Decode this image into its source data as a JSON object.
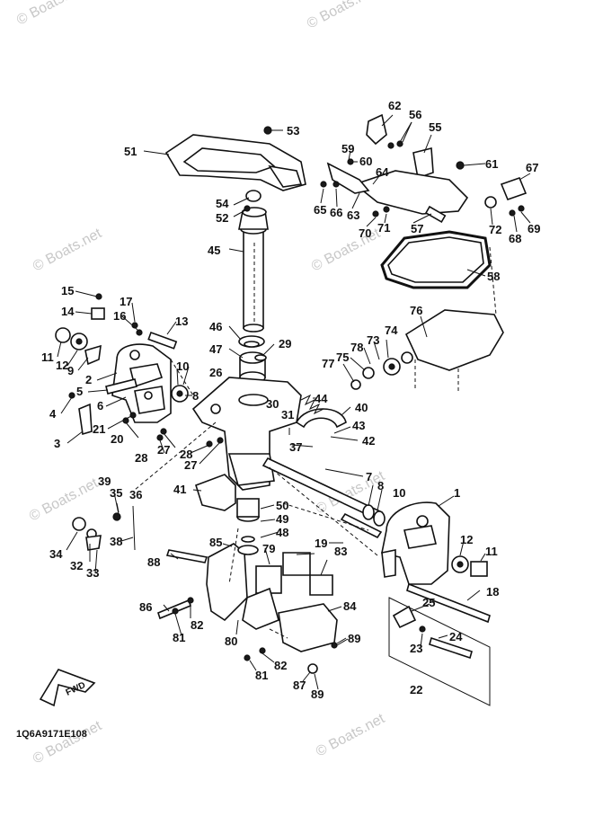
{
  "diagram": {
    "code": "1Q6A9171E108",
    "fwd_label": "FWD",
    "watermark": "© Boats.net",
    "labels": {
      "l1": "1",
      "l2": "2",
      "l3": "3",
      "l4": "4",
      "l5": "5",
      "l6": "6",
      "l7": "7",
      "l8a": "8",
      "l8b": "8",
      "l9": "9",
      "l10a": "10",
      "l10b": "10",
      "l11a": "11",
      "l11b": "11",
      "l12a": "12",
      "l12b": "12",
      "l13": "13",
      "l14": "14",
      "l15": "15",
      "l16": "16",
      "l17": "17",
      "l18": "18",
      "l19": "19",
      "l20": "20",
      "l21": "21",
      "l22": "22",
      "l23": "23",
      "l24": "24",
      "l25": "25",
      "l26": "26",
      "l27a": "27",
      "l27b": "27",
      "l28a": "28",
      "l28b": "28",
      "l29": "29",
      "l30": "30",
      "l31": "31",
      "l32": "32",
      "l33": "33",
      "l34": "34",
      "l35": "35",
      "l36": "36",
      "l37": "37",
      "l38": "38",
      "l39": "39",
      "l40": "40",
      "l41": "41",
      "l42": "42",
      "l43": "43",
      "l44": "44",
      "l45": "45",
      "l46": "46",
      "l47": "47",
      "l48": "48",
      "l49": "49",
      "l50": "50",
      "l51": "51",
      "l52": "52",
      "l53": "53",
      "l54": "54",
      "l55": "55",
      "l56": "56",
      "l57": "57",
      "l58": "58",
      "l59": "59",
      "l60": "60",
      "l61": "61",
      "l62": "62",
      "l63": "63",
      "l64": "64",
      "l65": "65",
      "l66": "66",
      "l67": "67",
      "l68": "68",
      "l69": "69",
      "l70": "70",
      "l71": "71",
      "l72": "72",
      "l73": "73",
      "l74": "74",
      "l75": "75",
      "l76": "76",
      "l77": "77",
      "l78": "78",
      "l79": "79",
      "l80": "80",
      "l81a": "81",
      "l81b": "81",
      "l82a": "82",
      "l82b": "82",
      "l83": "83",
      "l84": "84",
      "l85": "85",
      "l86": "86",
      "l87": "87",
      "l88": "88",
      "l89a": "89",
      "l89b": "89"
    }
  }
}
